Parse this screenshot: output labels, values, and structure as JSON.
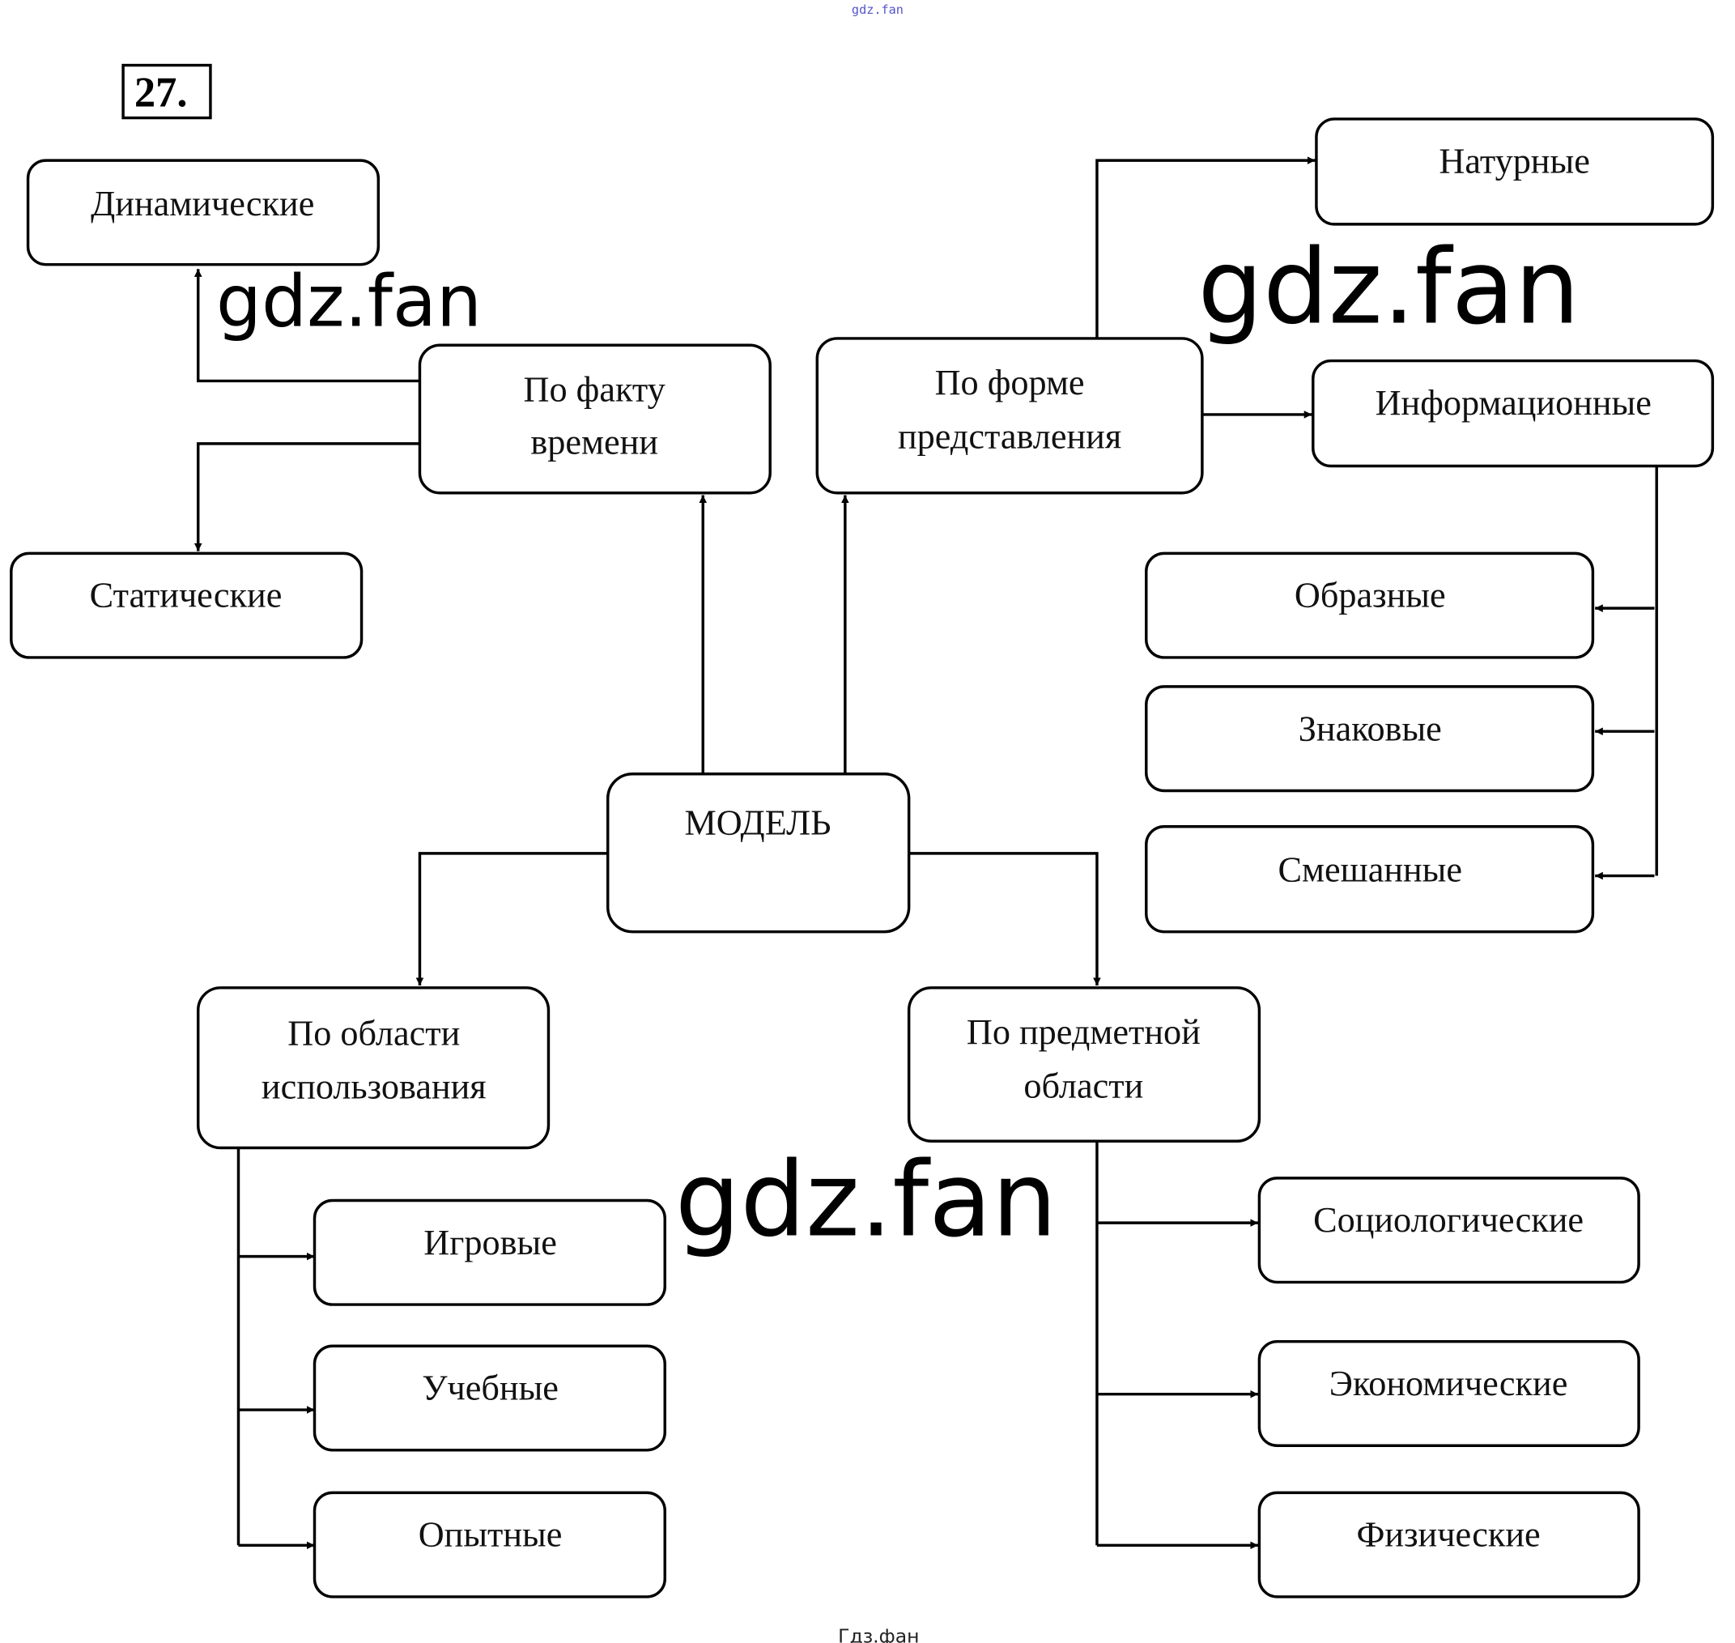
{
  "header": {
    "site_mark": "gdz.fan",
    "task_number": "27."
  },
  "nodes": {
    "root": "МОДЕЛЬ",
    "time": [
      "По факту",
      "времени"
    ],
    "dynamic": "Динамические",
    "static": "Статические",
    "form": [
      "По форме",
      "представления"
    ],
    "natural": "Натурные",
    "informational": "Информационные",
    "figurative": "Образные",
    "sign": "Знаковые",
    "mixed": "Смешанные",
    "usage": [
      "По области",
      "использования"
    ],
    "game": "Игровые",
    "educational": "Учебные",
    "experimental": "Опытные",
    "subject": [
      "По предметной",
      "области"
    ],
    "sociological": "Социологические",
    "economic": "Экономические",
    "physical": "Физические"
  },
  "watermarks": [
    "gdz.fan",
    "gdz.fan",
    "gdz.fan"
  ],
  "footer": "Гдз.фан"
}
